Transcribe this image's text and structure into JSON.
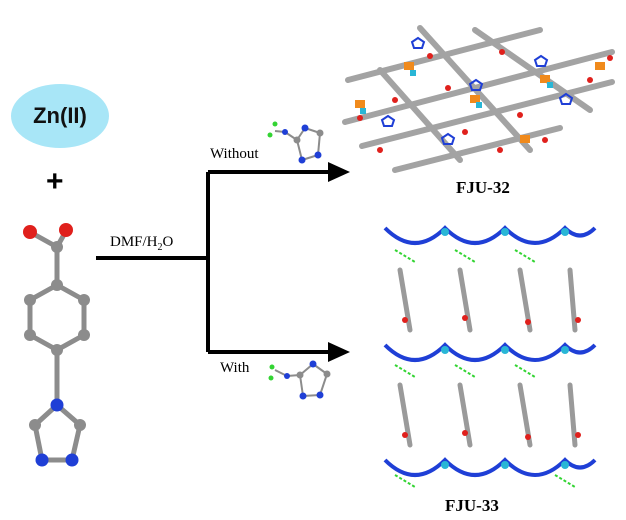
{
  "metal": "Zn(II)",
  "plus_sign": "+",
  "solvent": {
    "main": "DMF/H",
    "sub": "2",
    "tail": "O"
  },
  "conditions": {
    "top": "Without",
    "bottom": "With"
  },
  "products": {
    "top": "FJU-32",
    "bottom": "FJU-33"
  },
  "colors": {
    "zn_oval": "#a8e6f7",
    "oxygen": "#e0201c",
    "carbon": "#8c8c8c",
    "nitrogen": "#1f3fd6",
    "hydrogen_bond": "#33d433",
    "zinc": "#29b6d6",
    "orange_node": "#f08a1c"
  },
  "icons": {
    "ligand": "benzoate-triazole-ligand-icon",
    "additive": "aminotriazole-molecule-icon",
    "arrow": "reaction-arrow-icon"
  }
}
